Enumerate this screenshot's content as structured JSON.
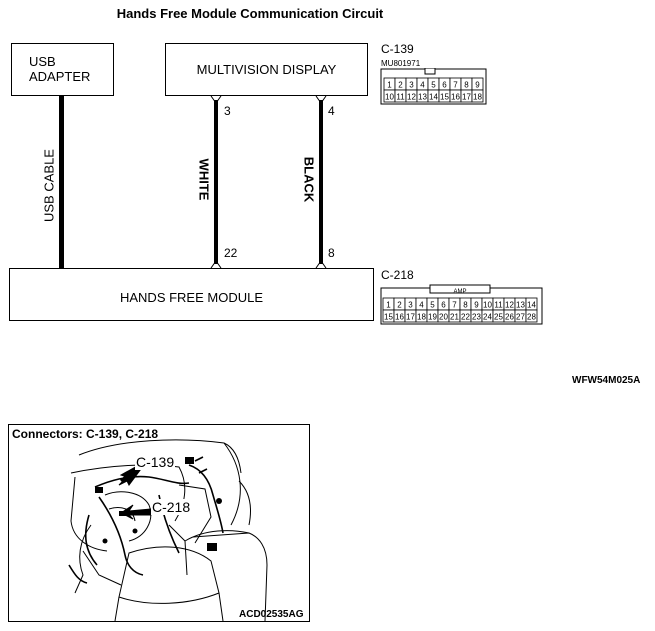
{
  "diagram": {
    "title": "Hands Free Module Communication Circuit",
    "components": {
      "usb_adapter": {
        "line1": "USB",
        "line2": "ADAPTER"
      },
      "multivision_display": {
        "label": "MULTIVISION DISPLAY"
      },
      "hands_free_module": {
        "label": "HANDS FREE MODULE"
      }
    },
    "wires": {
      "usb_cable": {
        "label": "USB CABLE"
      },
      "white": {
        "label": "WHITE",
        "pin_top": "3",
        "pin_bottom": "22"
      },
      "black": {
        "label": "BLACK",
        "pin_top": "4",
        "pin_bottom": "8"
      }
    },
    "connectors": {
      "c139": {
        "id": "C-139",
        "part": "MU801971",
        "row1": [
          "1",
          "2",
          "3",
          "4",
          "5",
          "6",
          "7",
          "8",
          "9"
        ],
        "row2": [
          "10",
          "11",
          "12",
          "13",
          "14",
          "15",
          "16",
          "17",
          "18"
        ]
      },
      "c218": {
        "id": "C-218",
        "tag": "AMP",
        "row1": [
          "1",
          "2",
          "3",
          "4",
          "5",
          "6",
          "7",
          "8",
          "9",
          "10",
          "11",
          "12",
          "13",
          "14"
        ],
        "row2": [
          "15",
          "16",
          "17",
          "18",
          "19",
          "20",
          "21",
          "22",
          "23",
          "24",
          "25",
          "26",
          "27",
          "28"
        ]
      }
    },
    "diagram_ref": "WFW54M025A"
  },
  "photo": {
    "title": "Connectors: C-139, C-218",
    "callout_c139": "C-139",
    "callout_c218": "C-218",
    "ref": "ACD02535AG"
  }
}
